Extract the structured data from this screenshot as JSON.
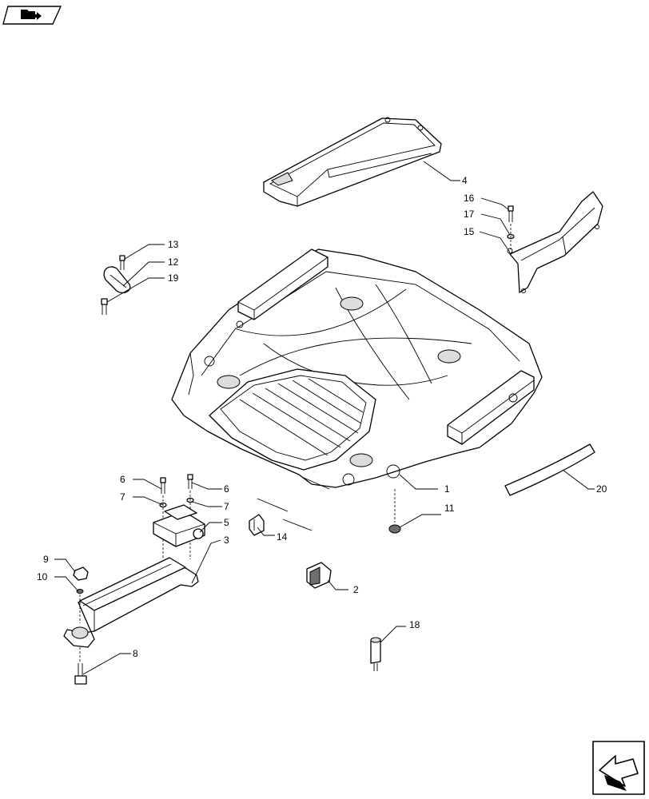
{
  "diagram": {
    "type": "exploded parts diagram",
    "icons": {
      "top_left": "go-to-folder-icon",
      "bottom_right": "next-page-arrow-icon"
    },
    "callouts": [
      {
        "id": "c1",
        "label": "1",
        "part": "cab-roof-panel"
      },
      {
        "id": "c2",
        "label": "2",
        "part": "clip"
      },
      {
        "id": "c3",
        "label": "3",
        "part": "air-duct"
      },
      {
        "id": "c4",
        "label": "4",
        "part": "top-cover"
      },
      {
        "id": "c5",
        "label": "5",
        "part": "mounting-bracket"
      },
      {
        "id": "c6a",
        "label": "6",
        "part": "screw"
      },
      {
        "id": "c6b",
        "label": "6",
        "part": "screw"
      },
      {
        "id": "c7a",
        "label": "7",
        "part": "washer"
      },
      {
        "id": "c7b",
        "label": "7",
        "part": "washer"
      },
      {
        "id": "c8",
        "label": "8",
        "part": "bolt"
      },
      {
        "id": "c9",
        "label": "9",
        "part": "clip-nut"
      },
      {
        "id": "c10",
        "label": "10",
        "part": "washer"
      },
      {
        "id": "c11",
        "label": "11",
        "part": "nut"
      },
      {
        "id": "c12",
        "label": "12",
        "part": "pipe-clamp"
      },
      {
        "id": "c13",
        "label": "13",
        "part": "screw"
      },
      {
        "id": "c14",
        "label": "14",
        "part": "connector"
      },
      {
        "id": "c15",
        "label": "15",
        "part": "side-bracket"
      },
      {
        "id": "c16",
        "label": "16",
        "part": "screw"
      },
      {
        "id": "c17",
        "label": "17",
        "part": "washer"
      },
      {
        "id": "c18",
        "label": "18",
        "part": "spacer"
      },
      {
        "id": "c19",
        "label": "19",
        "part": "screw"
      },
      {
        "id": "c20",
        "label": "20",
        "part": "seal-strip"
      }
    ]
  }
}
